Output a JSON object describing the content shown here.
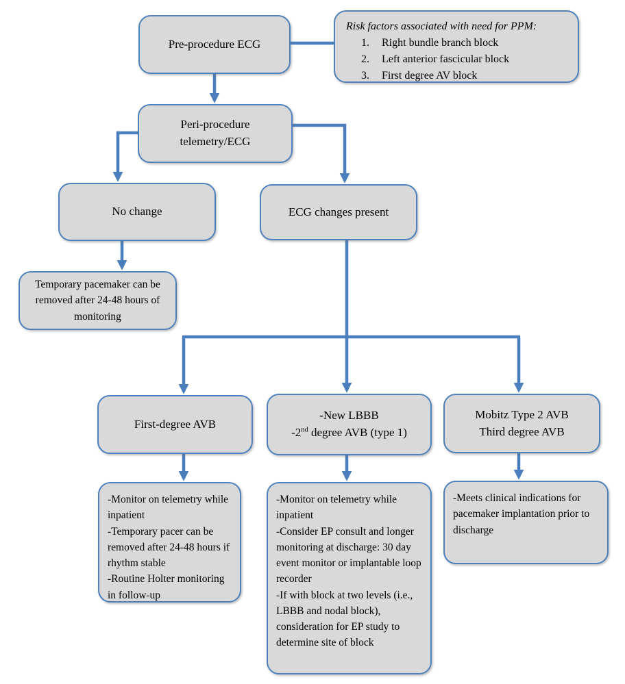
{
  "colors": {
    "box_fill": "#d9d9d9",
    "box_border": "#4f81bd",
    "arrow": "#4a7ebc",
    "text": "#000000",
    "background": "#ffffff"
  },
  "nodes": {
    "pre_procedure": {
      "label": "Pre-procedure ECG"
    },
    "risk_factors": {
      "title": "Risk factors associated with need for PPM:",
      "items": [
        "Right bundle branch block",
        "Left anterior fascicular block",
        "First degree AV block"
      ]
    },
    "peri_procedure": {
      "lines": [
        "Peri-procedure",
        "telemetry/ECG"
      ]
    },
    "no_change": {
      "label": "No change"
    },
    "ecg_changes": {
      "label": "ECG changes present"
    },
    "temp_pacemaker": {
      "text": "Temporary pacemaker can be removed after 24-48 hours of monitoring"
    },
    "first_degree_avb": {
      "label": "First-degree AVB"
    },
    "new_lbbb": {
      "lines": [
        "-New LBBB",
        "-2^{nd} degree AVB (type 1)"
      ]
    },
    "mobitz": {
      "lines": [
        "Mobitz Type 2 AVB",
        "Third degree AVB"
      ]
    },
    "first_degree_detail": {
      "items": [
        "-Monitor on telemetry while inpatient",
        "-Temporary pacer can be removed after 24-48 hours if rhythm stable",
        "-Routine Holter monitoring in follow-up"
      ]
    },
    "lbbb_detail": {
      "items": [
        "-Monitor on telemetry while inpatient",
        "-Consider EP consult and longer monitoring at discharge: 30 day event monitor or implantable loop recorder",
        "-If with block at two levels (i.e., LBBB and nodal block), consideration for EP study to determine site of block"
      ]
    },
    "mobitz_detail": {
      "items": [
        "-Meets clinical indications for pacemaker implantation prior to discharge"
      ]
    }
  }
}
